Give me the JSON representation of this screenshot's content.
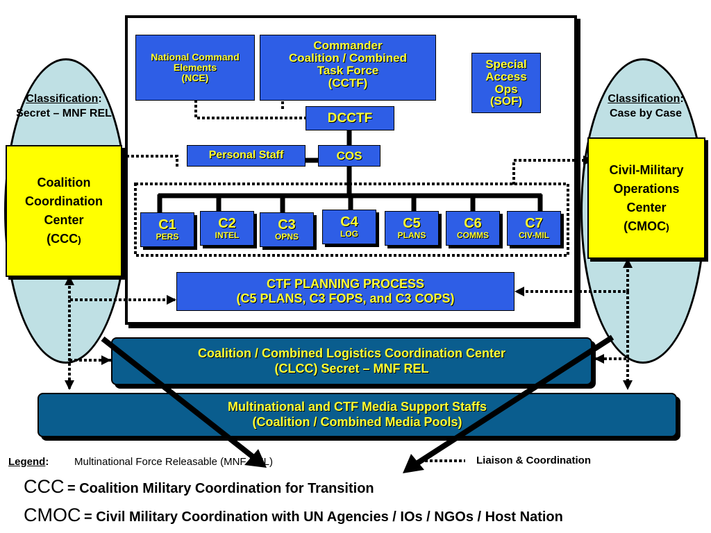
{
  "colors": {
    "box_fill": "#2e5ee6",
    "box_text": "#ffff33",
    "highlight": "#ffff00",
    "ellipse": "#bfe0e4",
    "band": "#0a5d8e"
  },
  "classification_left": {
    "heading": "Classification",
    "colon": ":",
    "value": "Secret – MNF REL"
  },
  "classification_right": {
    "heading": "Classification",
    "colon": ":",
    "value": "Case by Case"
  },
  "nodes": {
    "nce": [
      "National Command",
      "Elements",
      "(NCE)"
    ],
    "cctf": [
      "Commander",
      "Coalition / Combined",
      "Task Force",
      "(CCTF)"
    ],
    "sof": [
      "Special",
      "Access",
      "Ops",
      "(SOF)"
    ],
    "dcctf": "DCCTF",
    "personal_staff": "Personal Staff",
    "cos": "COS",
    "staff": [
      {
        "code": "C1",
        "name": "PERS"
      },
      {
        "code": "C2",
        "name": "INTEL"
      },
      {
        "code": "C3",
        "name": "OPNS"
      },
      {
        "code": "C4",
        "name": "LOG"
      },
      {
        "code": "C5",
        "name": "PLANS"
      },
      {
        "code": "C6",
        "name": "COMMS"
      },
      {
        "code": "C7",
        "name": "CIV-MIL"
      }
    ],
    "planning": [
      "CTF PLANNING PROCESS",
      "(C5 PLANS, C3 FOPS, and C3 COPS)"
    ]
  },
  "ccc": {
    "line1": "Coalition",
    "line2": "Coordination",
    "line3": "Center",
    "line4a": "(CCC",
    "line4b": ")"
  },
  "cmoc": {
    "line1": "Civil-Military",
    "line2": "Operations",
    "line3": "Center",
    "line4a": "(CMOC",
    "line4b": ")"
  },
  "clcc": [
    "Coalition / Combined Logistics Coordination Center",
    "(CLCC) Secret – MNF REL"
  ],
  "media": [
    "Multinational and CTF Media Support Staffs",
    "(Coalition / Combined Media Pools)"
  ],
  "legend": {
    "title": "Legend",
    "colon": ":",
    "mnf": "Multinational Force Releasable (MNF REL)",
    "liaison": "Liaison & Coordination"
  },
  "defs": [
    {
      "abbr": "CCC",
      "text": "= Coalition Military Coordination for Transition"
    },
    {
      "abbr": "CMOC",
      "text": "= Civil Military Coordination with UN Agencies / IOs / NGOs / Host Nation"
    }
  ]
}
